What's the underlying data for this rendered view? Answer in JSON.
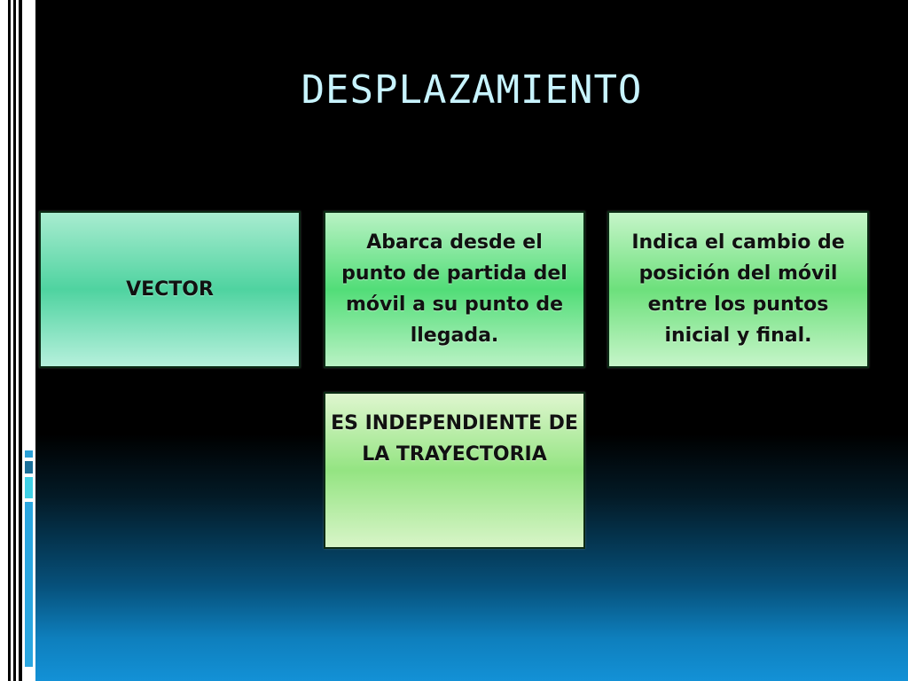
{
  "slide": {
    "title": "DESPLAZAMIENTO",
    "boxes": {
      "vector": "VECTOR",
      "abarca": "Abarca desde el punto de partida del móvil a su punto de llegada.",
      "indica": "Indica el cambio de posición del móvil entre los puntos inicial y final.",
      "independiente": "ES INDEPENDIENTE DE LA TRAYECTORIA"
    }
  },
  "colors": {
    "title": "#c8f4ff",
    "background_top": "#000000",
    "background_bottom": "#1391d6",
    "box_vector": "#4fd3a0",
    "box_abarca": "#52dd78",
    "box_indica": "#6de07c",
    "box_independiente": "#94e482"
  }
}
